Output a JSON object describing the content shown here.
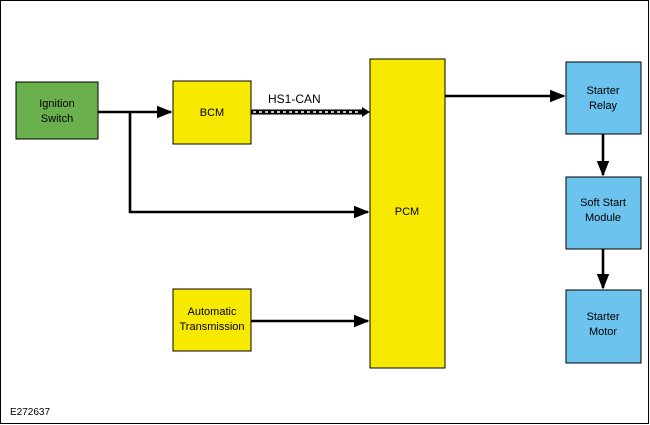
{
  "figure_id": "E272637",
  "blocks": {
    "ignition": {
      "lines": [
        "Ignition",
        "Switch"
      ],
      "color": "#6ab04c"
    },
    "bcm": {
      "lines": [
        "BCM"
      ],
      "color": "#f7ea00"
    },
    "pcm": {
      "lines": [
        "PCM"
      ],
      "color": "#f7ea00"
    },
    "transmission": {
      "lines": [
        "Automatic",
        "Transmission"
      ],
      "color": "#f7ea00"
    },
    "starter_relay": {
      "lines": [
        "Starter",
        "Relay"
      ],
      "color": "#6cc3ee"
    },
    "soft_start": {
      "lines": [
        "Soft Start",
        "Module"
      ],
      "color": "#6cc3ee"
    },
    "starter_motor": {
      "lines": [
        "Starter",
        "Motor"
      ],
      "color": "#6cc3ee"
    }
  },
  "bus": {
    "label": "HS1-CAN"
  },
  "connections": [
    {
      "from": "ignition",
      "to": "bcm"
    },
    {
      "from": "ignition",
      "to": "pcm"
    },
    {
      "from": "bcm",
      "to": "pcm",
      "via": "HS1-CAN"
    },
    {
      "from": "transmission",
      "to": "pcm"
    },
    {
      "from": "pcm",
      "to": "starter_relay"
    },
    {
      "from": "starter_relay",
      "to": "soft_start"
    },
    {
      "from": "soft_start",
      "to": "starter_motor"
    }
  ]
}
